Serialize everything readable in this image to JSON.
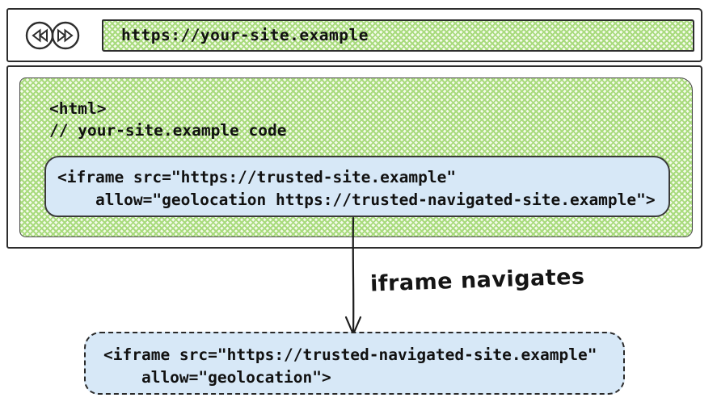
{
  "colors": {
    "green": "#a9db7e",
    "green-bg": "#f5fbec",
    "blue": "#d7e8f7",
    "ink": "#2d2d2d"
  },
  "browser": {
    "url": "https://your-site.example",
    "nav": {
      "back_icon": "skip-back-icon",
      "forward_icon": "skip-forward-icon"
    }
  },
  "page": {
    "code_lines": {
      "0": "<html>",
      "1": "// your-site.example code"
    }
  },
  "iframe_box": {
    "lines": {
      "0": "<iframe src=\"https://trusted-site.example\"",
      "1": "    allow=\"geolocation https://trusted-navigated-site.example\">"
    }
  },
  "arrow": {
    "label": "iframe navigates"
  },
  "navigated_box": {
    "lines": {
      "0": "<iframe src=\"https://trusted-navigated-site.example\"",
      "1": "    allow=\"geolocation\">"
    }
  }
}
